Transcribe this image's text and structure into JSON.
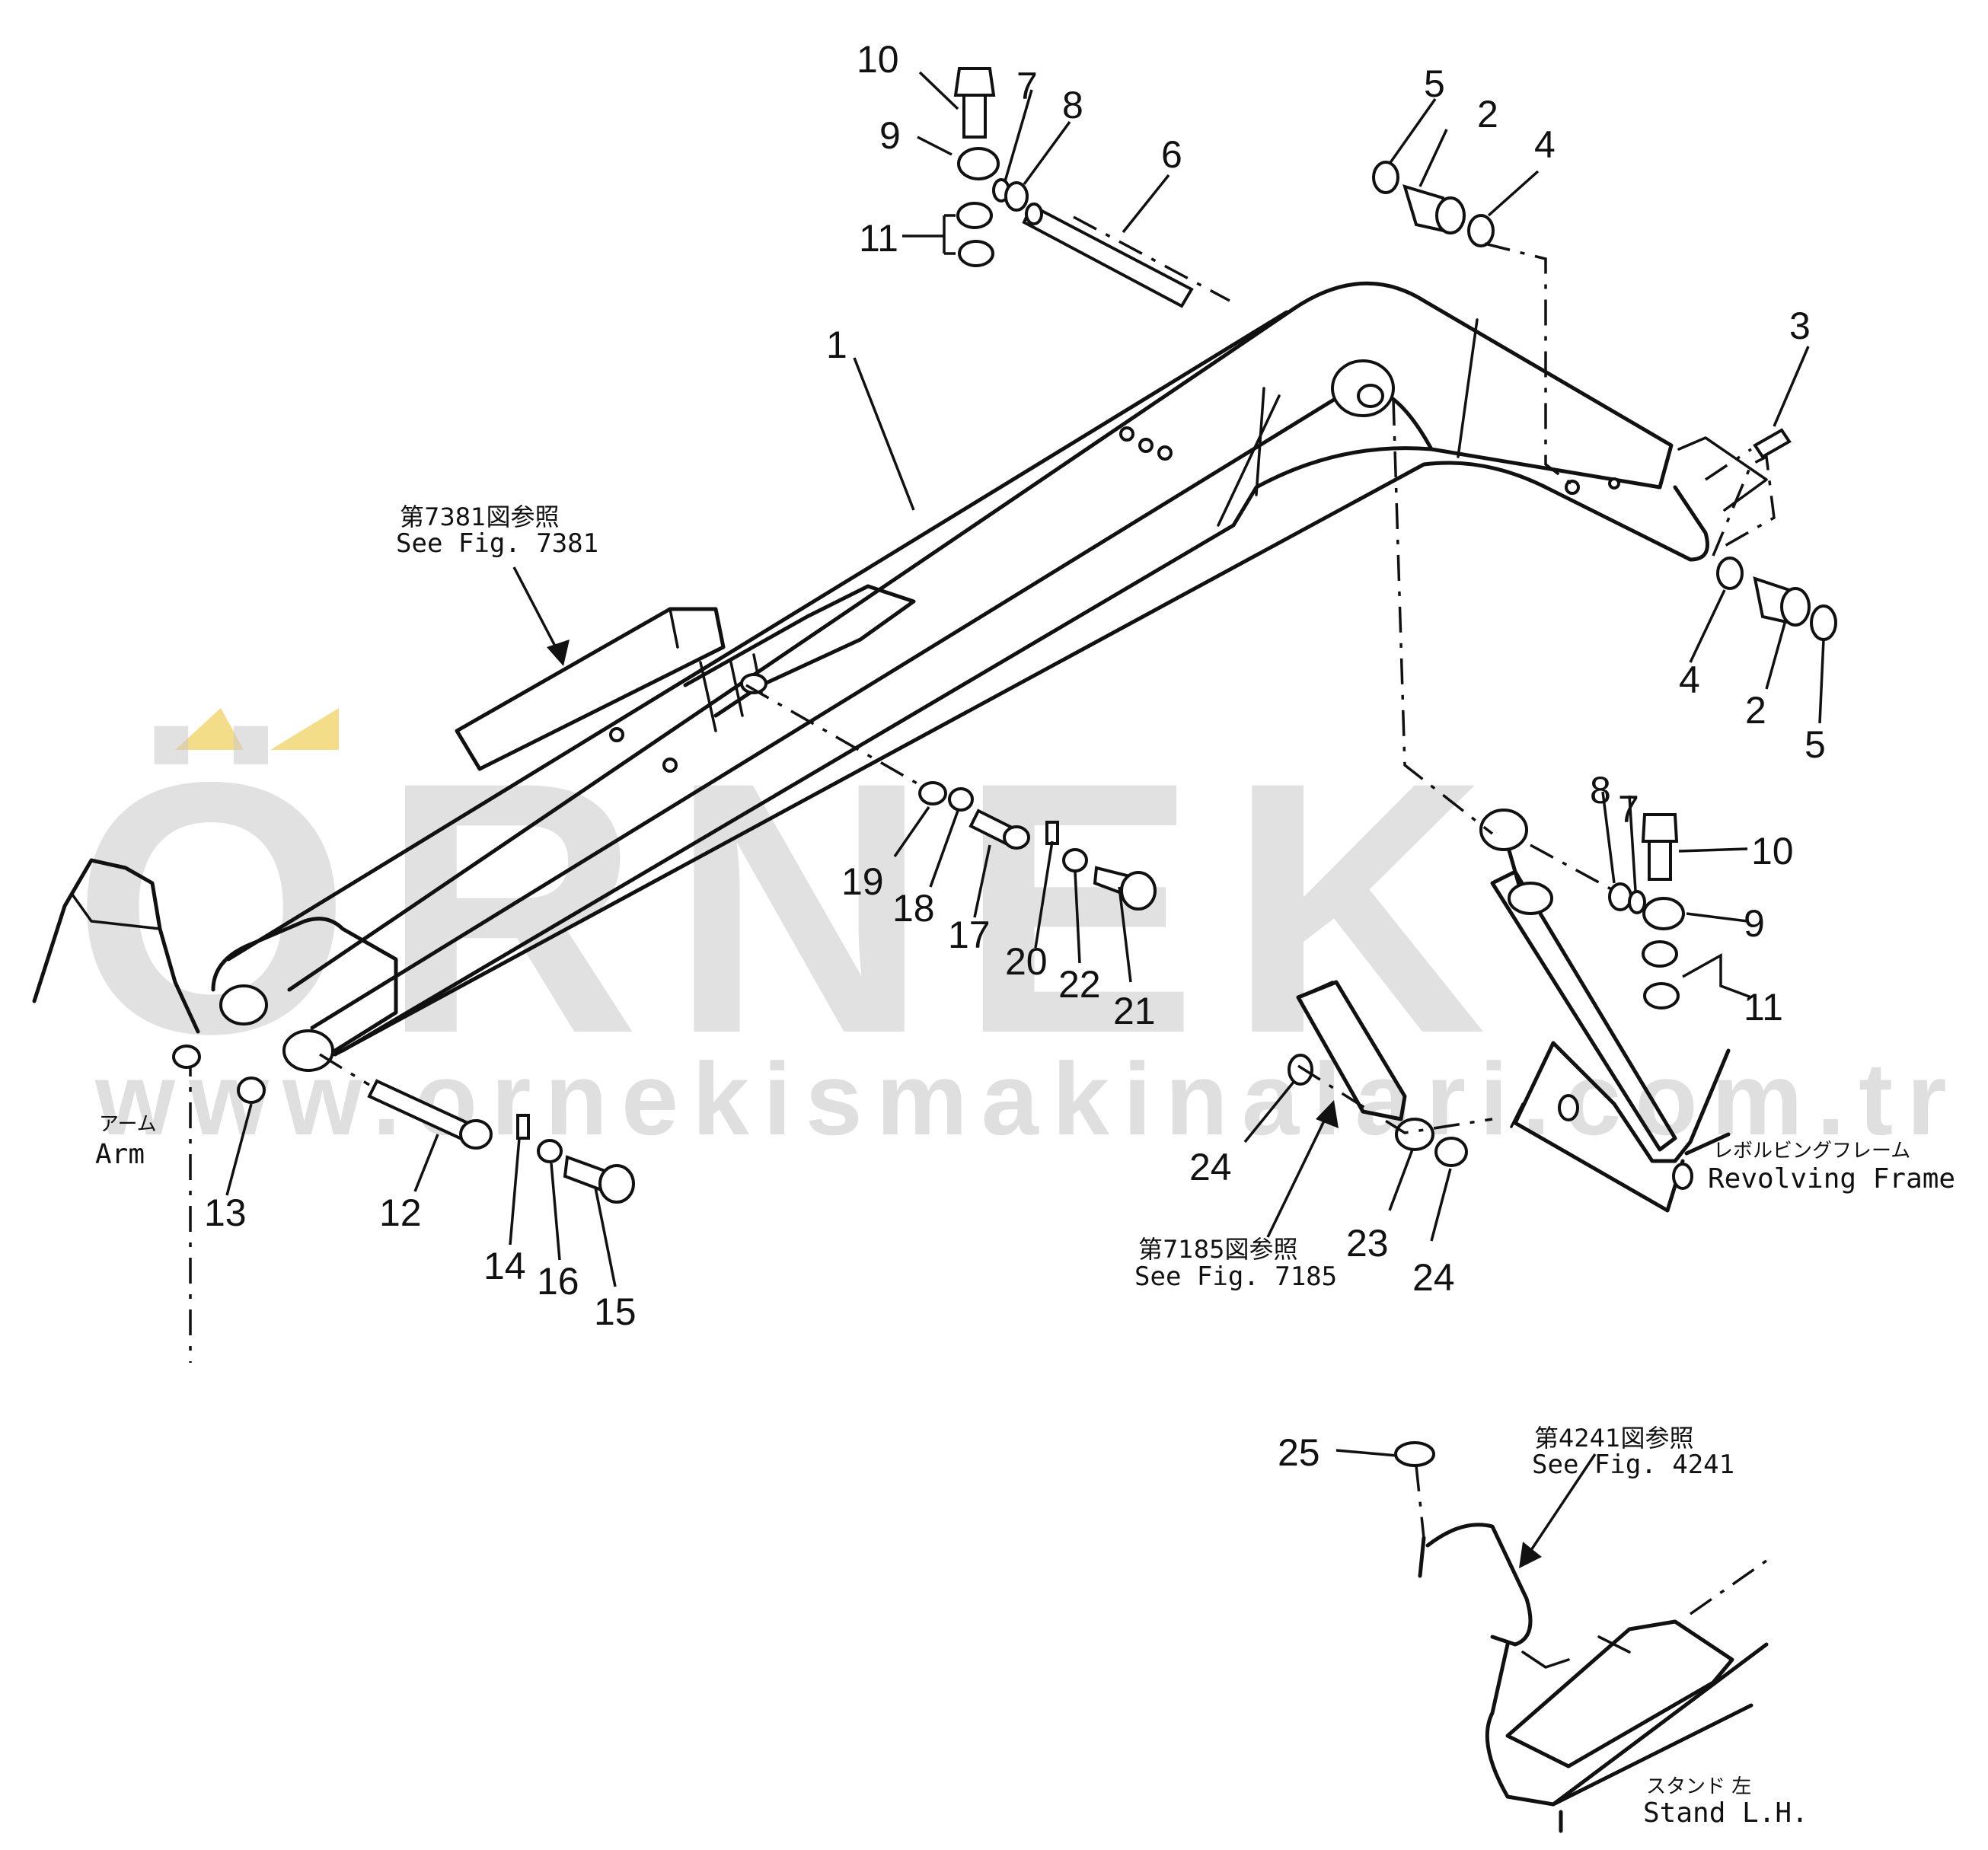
{
  "watermark": {
    "logo": "ÖRNEK",
    "url": "www.ornekismakinalari.com.tr",
    "logo_color": "#c9c9c9",
    "accent_color": "#f2d774"
  },
  "callouts": {
    "c1": "1",
    "c2a": "2",
    "c2b": "2",
    "c3": "3",
    "c4a": "4",
    "c4b": "4",
    "c5a": "5",
    "c5b": "5",
    "c6": "6",
    "c7a": "7",
    "c7b": "7",
    "c8a": "8",
    "c8b": "8",
    "c9a": "9",
    "c9b": "9",
    "c10a": "10",
    "c10b": "10",
    "c11a": "11",
    "c11b": "11",
    "c12": "12",
    "c13": "13",
    "c14": "14",
    "c15": "15",
    "c16": "16",
    "c17": "17",
    "c18": "18",
    "c19": "19",
    "c20": "20",
    "c21": "21",
    "c22": "22",
    "c23": "23",
    "c24a": "24",
    "c24b": "24",
    "c25": "25"
  },
  "references": {
    "fig7381": {
      "jp": "第7381図参照",
      "en": "See  Fig.  7381"
    },
    "fig7185": {
      "jp": "第7185図参照",
      "en": "See Fig. 7185"
    },
    "fig4241": {
      "jp": "第4241図参照",
      "en": "See  Fig.  4241"
    }
  },
  "labels": {
    "arm": {
      "jp": "アーム",
      "en": "Arm"
    },
    "revolving_frame": {
      "jp": "レボルビングフレーム",
      "en": "Revolving  Frame"
    },
    "stand_lh": {
      "jp": "スタンド  左",
      "en": "Stand  L.H."
    }
  }
}
